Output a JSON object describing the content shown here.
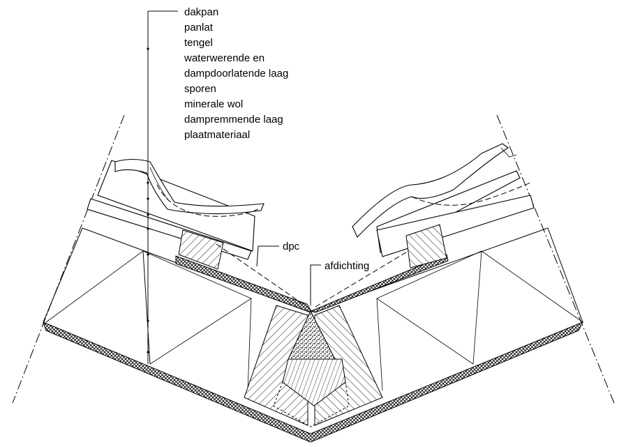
{
  "legend": {
    "items": [
      "dakpan",
      "panlat",
      "tengel",
      "waterwerende en",
      "dampdoorlatende laag",
      "sporen",
      "minerale wol",
      "dampremmende laag",
      "plaatmateriaal"
    ]
  },
  "callouts": {
    "dpc": "dpc",
    "afdichting": "afdichting"
  }
}
